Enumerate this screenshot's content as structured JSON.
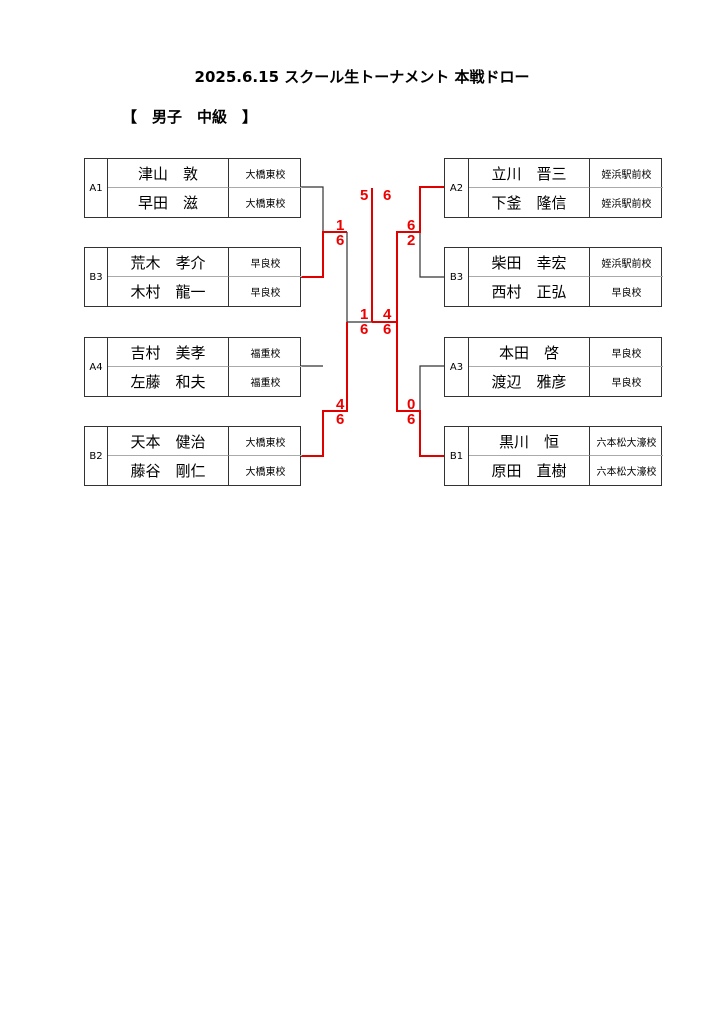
{
  "title": "2025.6.15 スクール生トーナメント 本戦ドロー",
  "category": "【　男子　中級　】",
  "left": [
    {
      "seed": "A1",
      "players": [
        {
          "name": "津山　敦",
          "school": "大橋東校"
        },
        {
          "name": "早田　滋",
          "school": "大橋東校"
        }
      ]
    },
    {
      "seed": "B3",
      "players": [
        {
          "name": "荒木　孝介",
          "school": "早良校"
        },
        {
          "name": "木村　龍一",
          "school": "早良校"
        }
      ]
    },
    {
      "seed": "A4",
      "players": [
        {
          "name": "吉村　美孝",
          "school": "福重校"
        },
        {
          "name": "左藤　和夫",
          "school": "福重校"
        }
      ]
    },
    {
      "seed": "B2",
      "players": [
        {
          "name": "天本　健治",
          "school": "大橋東校"
        },
        {
          "name": "藤谷　剛仁",
          "school": "大橋東校"
        }
      ]
    }
  ],
  "right": [
    {
      "seed": "A2",
      "players": [
        {
          "name": "立川　晋三",
          "school": "姪浜駅前校"
        },
        {
          "name": "下釜　隆信",
          "school": "姪浜駅前校"
        }
      ]
    },
    {
      "seed": "B3",
      "players": [
        {
          "name": "柴田　幸宏",
          "school": "姪浜駅前校"
        },
        {
          "name": "西村　正弘",
          "school": "早良校"
        }
      ]
    },
    {
      "seed": "A3",
      "players": [
        {
          "name": "本田　啓",
          "school": "早良校"
        },
        {
          "name": "渡辺　雅彦",
          "school": "早良校"
        }
      ]
    },
    {
      "seed": "B1",
      "players": [
        {
          "name": "黒川　恒",
          "school": "六本松大濠校"
        },
        {
          "name": "原田　直樹",
          "school": "六本松大濠校"
        }
      ]
    }
  ],
  "scores": {
    "l1_top": "1",
    "l1_bot": "6",
    "l2_top": "4",
    "l2_bot": "6",
    "r1_top": "6",
    "r1_bot": "2",
    "r2_top": "0",
    "r2_bot": "6",
    "semi_l_top": "1",
    "semi_l_bot": "6",
    "semi_r_top": "4",
    "semi_r_bot": "6",
    "final_l": "5",
    "final_r": "6"
  },
  "colors": {
    "win_line": "#e00000",
    "line": "#333333"
  }
}
